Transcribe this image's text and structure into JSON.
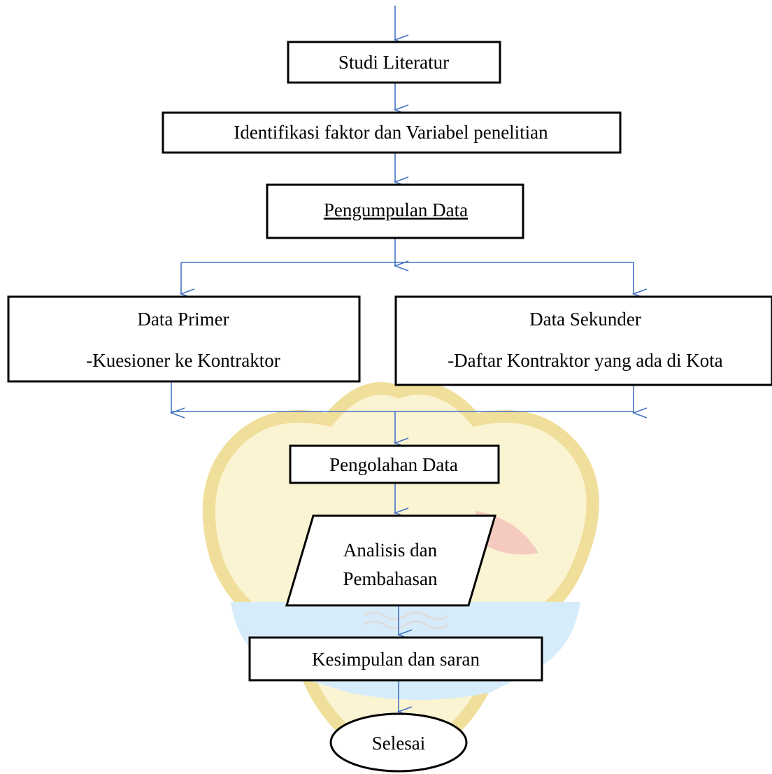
{
  "nodes": {
    "studi": "Studi Literatur",
    "identifikasi": "Identifikasi faktor dan Variabel penelitian",
    "pengumpulan": "Pengumpulan Data",
    "primer_title": "Data Primer",
    "primer_item": "-Kuesioner ke Kontraktor",
    "sekunder_title": "Data Sekunder",
    "sekunder_item": "-Daftar Kontraktor yang ada di Kota",
    "pengolahan": "Pengolahan Data",
    "analisis_line1": "Analisis dan",
    "analisis_line2": "Pembahasan",
    "kesimpulan": "Kesimpulan dan saran",
    "selesai": "Selesai"
  },
  "colors": {
    "arrow": "#4472c4",
    "box_border": "#000000",
    "watermark_yellow": "#f7e7a6",
    "watermark_red": "#f2b6a8",
    "watermark_blue": "#cfe9fb"
  }
}
